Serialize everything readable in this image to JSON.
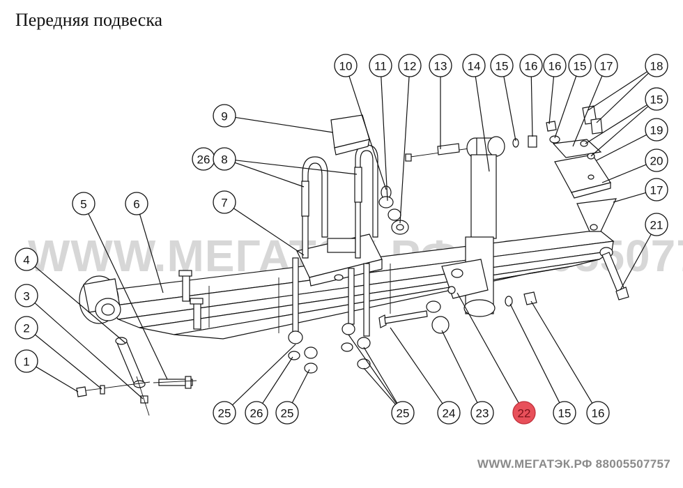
{
  "title": "Передняя подвеска",
  "watermark": "WWW.МЕГАТЭК.РФ 88005507757",
  "footer": "WWW.МЕГАТЭК.РФ 88005507757",
  "highlight_color": "#e8505a",
  "callouts": [
    {
      "label": "1"
    },
    {
      "label": "2"
    },
    {
      "label": "3"
    },
    {
      "label": "4"
    },
    {
      "label": "5"
    },
    {
      "label": "6"
    },
    {
      "label": "7"
    },
    {
      "label": "26"
    },
    {
      "label": "8"
    },
    {
      "label": "9"
    },
    {
      "label": "10"
    },
    {
      "label": "11"
    },
    {
      "label": "12"
    },
    {
      "label": "13"
    },
    {
      "label": "14"
    },
    {
      "label": "15"
    },
    {
      "label": "16"
    },
    {
      "label": "16"
    },
    {
      "label": "15"
    },
    {
      "label": "17"
    },
    {
      "label": "18"
    },
    {
      "label": "15"
    },
    {
      "label": "19"
    },
    {
      "label": "20"
    },
    {
      "label": "17"
    },
    {
      "label": "21"
    },
    {
      "label": "25"
    },
    {
      "label": "26"
    },
    {
      "label": "25"
    },
    {
      "label": "25"
    },
    {
      "label": "24"
    },
    {
      "label": "23"
    },
    {
      "label": "22",
      "highlighted": true
    },
    {
      "label": "15"
    },
    {
      "label": "16"
    }
  ]
}
